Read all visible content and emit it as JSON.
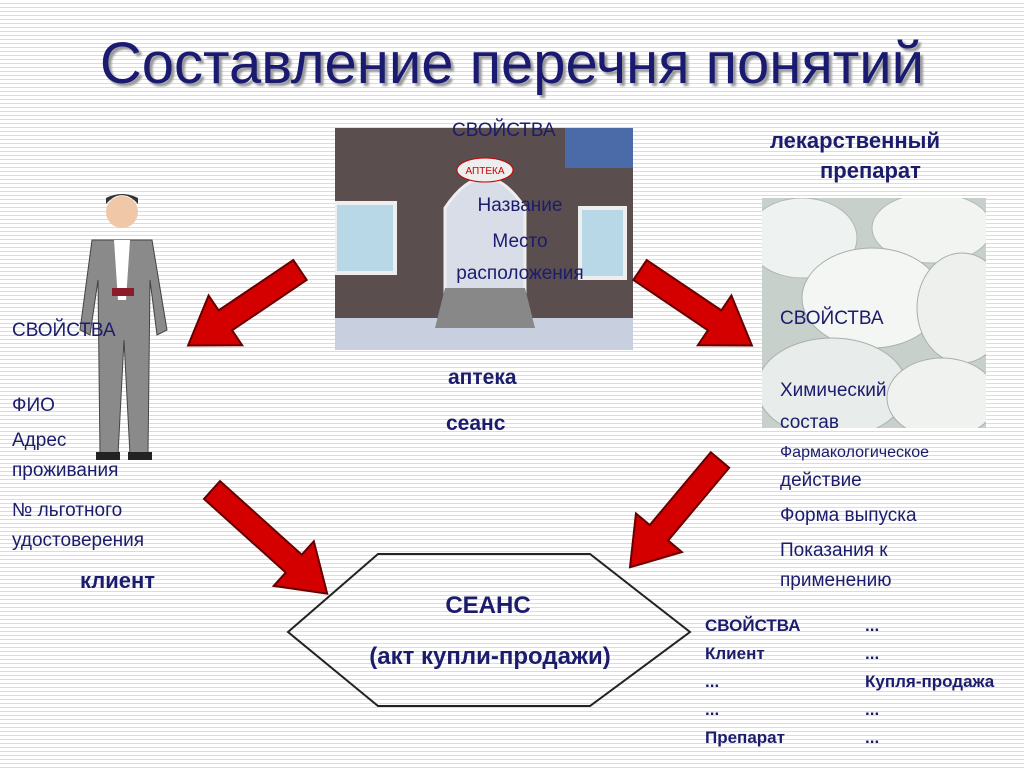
{
  "title": "Составление перечня понятий",
  "pharmacy": {
    "sign": "АПТЕКА",
    "props_heading": "СВОЙСТВА",
    "props": [
      "Название",
      "Место",
      "расположения"
    ],
    "label": "аптека"
  },
  "client": {
    "props_heading": "СВОЙСТВА",
    "props": [
      "ФИО",
      "Адрес",
      "проживания",
      "№ льготного",
      "удостоверения"
    ],
    "label": "клиент"
  },
  "drug": {
    "props_heading": "СВОЙСТВА",
    "props": [
      "Химический",
      "состав",
      "Фармакологическое",
      "действие",
      "Форма выпуска",
      "Показания к",
      "применению"
    ],
    "label_line1": "лекарственный",
    "label_line2": "препарат"
  },
  "session": {
    "small_label": "сеанс",
    "props_heading": "СВОЙСТВА",
    "props": [
      "Клиент",
      "...",
      "...",
      "Препарат",
      "...",
      "...",
      "Купля-продажа",
      "...",
      "..."
    ],
    "title": "СЕАНС",
    "subtitle": "(акт купли-продажи)"
  },
  "colors": {
    "arrow": "#d40000",
    "text": "#1c1c6c"
  }
}
